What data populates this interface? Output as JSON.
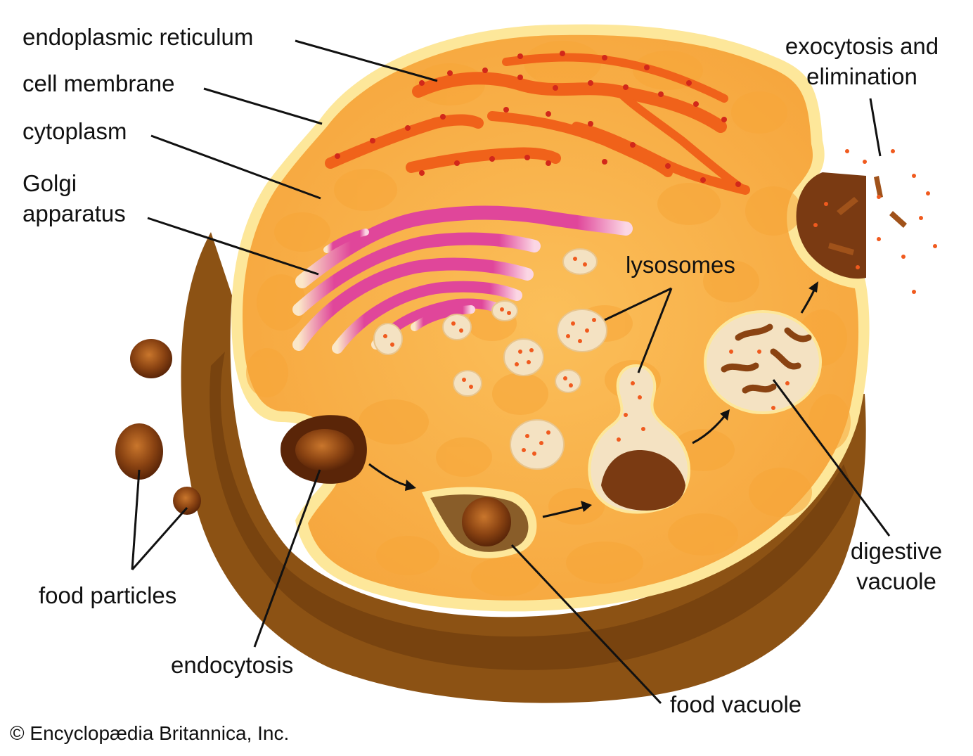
{
  "labels": {
    "er": "endoplasmic reticulum",
    "membrane": "cell membrane",
    "cytoplasm": "cytoplasm",
    "golgi_1": "Golgi",
    "golgi_2": "apparatus",
    "lysosomes": "lysosomes",
    "exocytosis_1": "exocytosis and",
    "exocytosis_2": "elimination",
    "digestive_1": "digestive",
    "digestive_2": "vacuole",
    "food_particles": "food particles",
    "endocytosis": "endocytosis",
    "food_vacuole": "food vacuole"
  },
  "copyright": "© Encyclopædia Britannica, Inc.",
  "colors": {
    "cytoplasm": "#f9b24a",
    "membrane": "#fde79a",
    "cell_base": "#8c5214",
    "er": "#f0621a",
    "golgi": "#e0469a",
    "lysosome": "#f4e2c2",
    "food": "#7a3a12",
    "dots": "#f05a1e"
  }
}
